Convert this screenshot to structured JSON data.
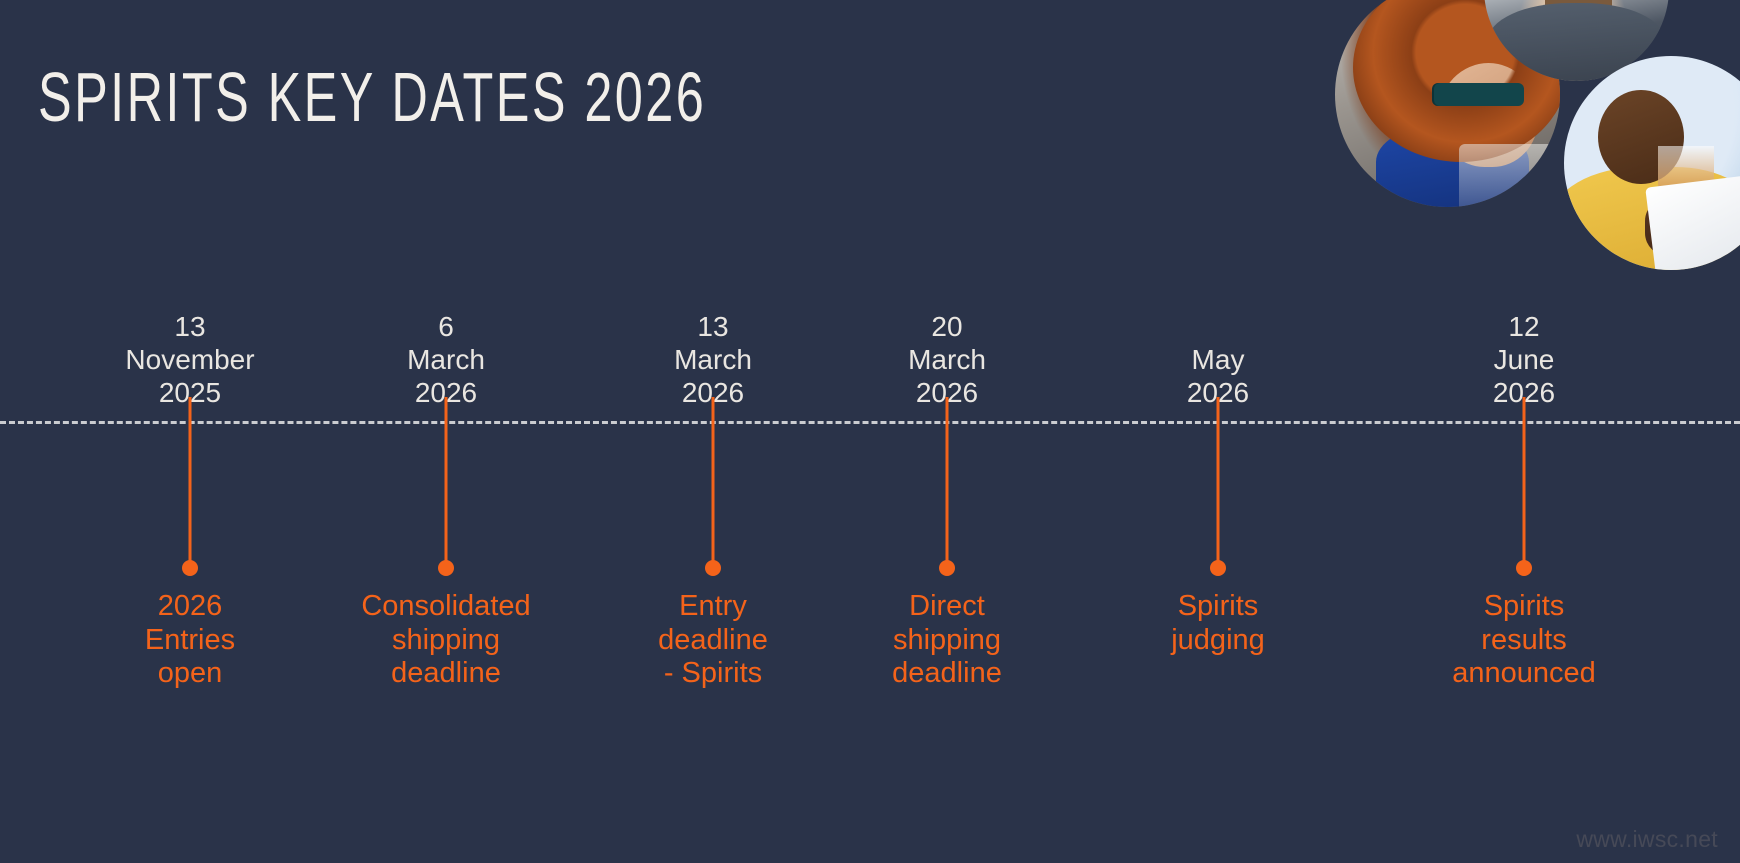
{
  "slide": {
    "title": "SPIRITS KEY DATES 2026",
    "background_color": "#2A3349",
    "accent_color": "#F4631A",
    "date_text_color": "#E9E6E1",
    "rule_color": "#D8D9DC",
    "watermark": "www.iwsc.net"
  },
  "timeline": {
    "rule_style": "dashed",
    "milestones": [
      {
        "day": "13",
        "month": "November",
        "year": "2025",
        "date": "13\nNovember\n2025",
        "label": "2026\nEntries\nopen"
      },
      {
        "day": "6",
        "month": "March",
        "year": "2026",
        "date": "6\nMarch\n2026",
        "label": "Consolidated\nshipping\ndeadline"
      },
      {
        "day": "13",
        "month": "March",
        "year": "2026",
        "date": "13\nMarch\n2026",
        "label": "Entry\ndeadline\n- Spirits"
      },
      {
        "day": "20",
        "month": "March",
        "year": "2026",
        "date": "20\nMarch\n2026",
        "label": "Direct\nshipping\ndeadline"
      },
      {
        "day": "",
        "month": "May",
        "year": "2026",
        "date": "May\n2026",
        "label": "Spirits\njudging"
      },
      {
        "day": "12",
        "month": "June",
        "year": "2026",
        "date": "12\nJune\n2026",
        "label": "Spirits\nresults\nannounced"
      }
    ]
  },
  "photos": [
    {
      "name": "judge-nosing-glass"
    },
    {
      "name": "judge-taking-notes"
    },
    {
      "name": "judge-smiling-with-tablet"
    }
  ]
}
